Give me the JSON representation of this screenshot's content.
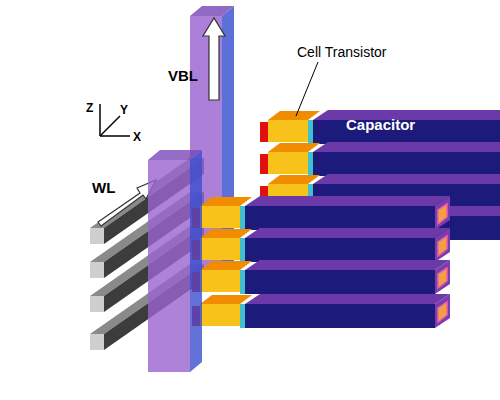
{
  "diagram": {
    "labels": [
      "VBL",
      "Cell Transistor",
      "Z",
      "Y",
      "X",
      "Capacitor",
      "WL"
    ]
  }
}
